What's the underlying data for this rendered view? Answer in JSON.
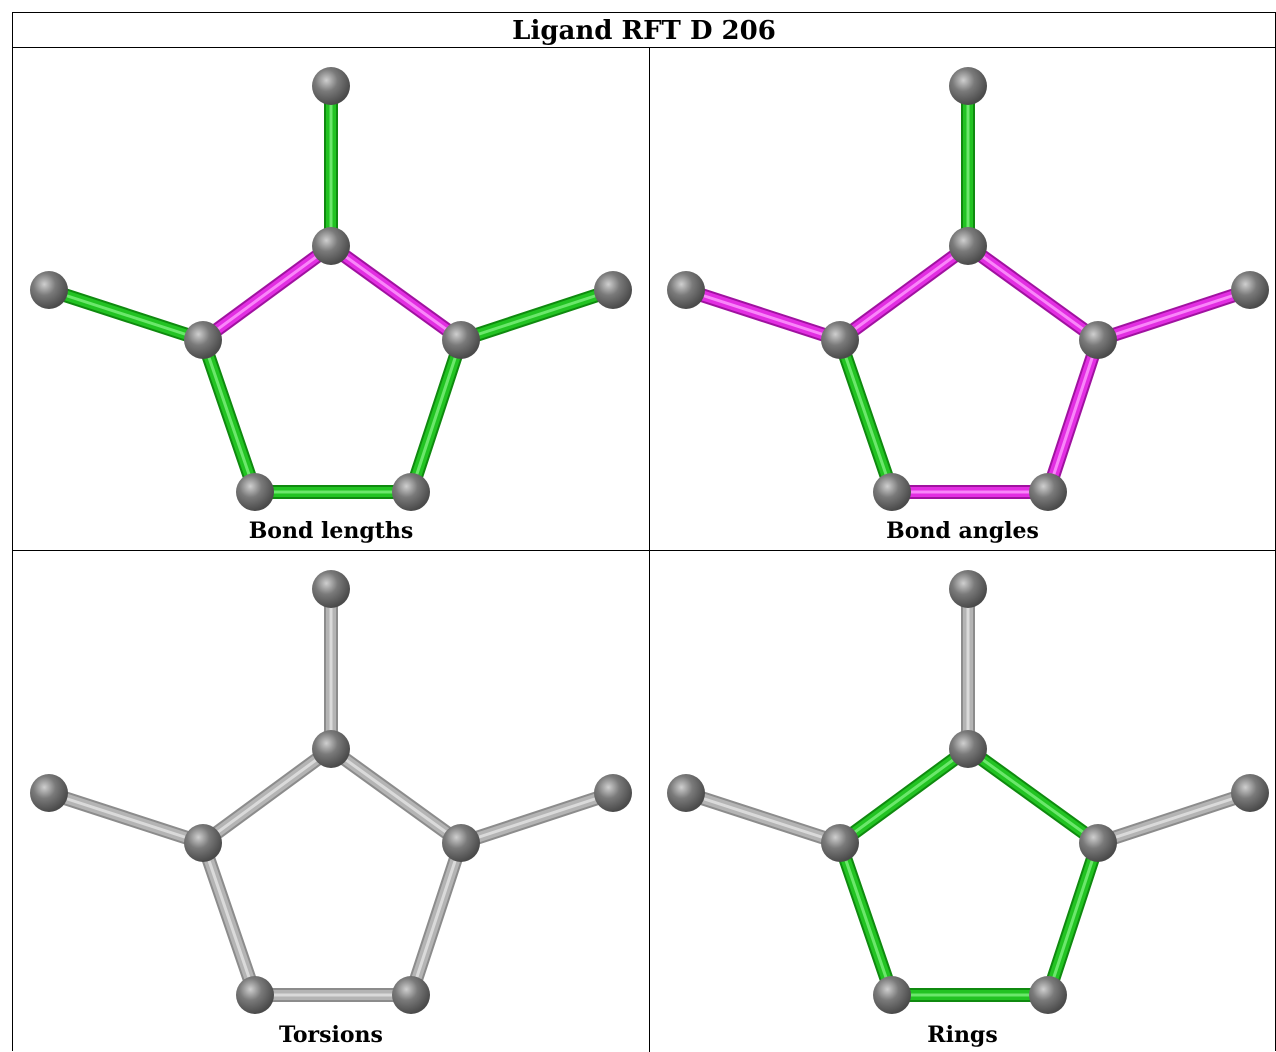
{
  "title": "Ligand RFT D 206",
  "colors": {
    "green": "#22c322",
    "magenta": "#e22ee2",
    "grey": "#b4b4b4",
    "atom": "#7a7a7a"
  },
  "panels": [
    {
      "caption": "Bond lengths",
      "bonds": [
        "green",
        "green",
        "magenta",
        "magenta",
        "green",
        "green",
        "green",
        "green"
      ]
    },
    {
      "caption": "Bond angles",
      "bonds": [
        "green",
        "magenta",
        "magenta",
        "magenta",
        "magenta",
        "green",
        "magenta",
        "magenta"
      ]
    },
    {
      "caption": "Torsions",
      "bonds": [
        "grey",
        "grey",
        "grey",
        "grey",
        "grey",
        "grey",
        "grey",
        "grey"
      ]
    },
    {
      "caption": "Rings",
      "bonds": [
        "grey",
        "grey",
        "green",
        "green",
        "grey",
        "green",
        "green",
        "green"
      ]
    }
  ]
}
